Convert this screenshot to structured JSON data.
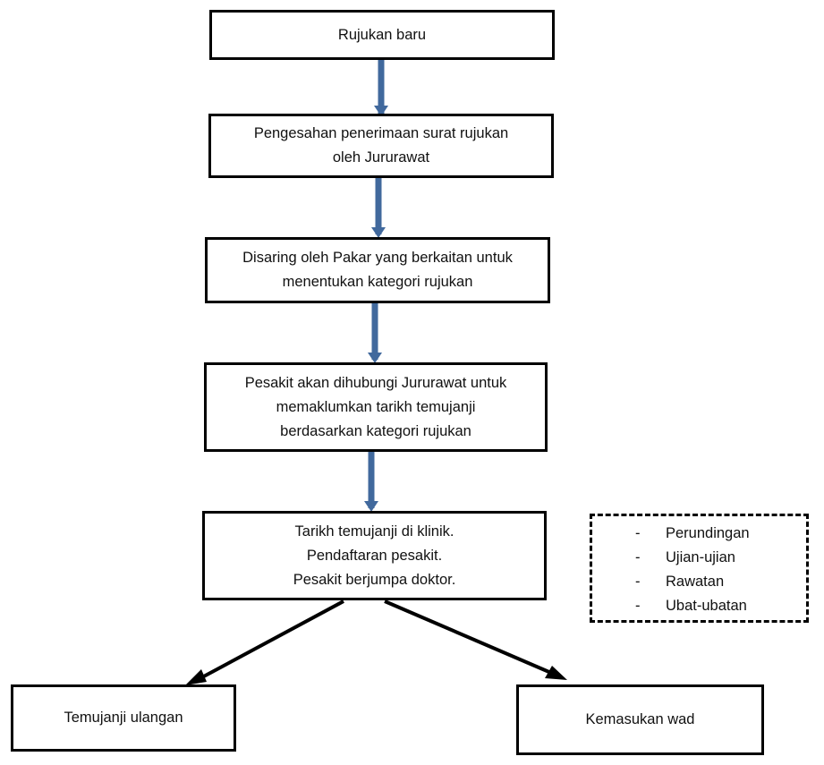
{
  "nodes": {
    "n1": {
      "lines": [
        "Rujukan baru"
      ]
    },
    "n2": {
      "lines": [
        "Pengesahan penerimaan surat rujukan",
        "oleh Jururawat"
      ]
    },
    "n3": {
      "lines": [
        "Disaring oleh Pakar yang berkaitan untuk",
        "menentukan kategori rujukan"
      ]
    },
    "n4": {
      "lines": [
        "Pesakit akan dihubungi Jururawat untuk",
        "memaklumkan tarikh temujanji",
        "berdasarkan kategori rujukan"
      ]
    },
    "n5": {
      "lines": [
        "Tarikh temujanji di klinik.",
        "Pendaftaran pesakit.",
        "Pesakit berjumpa doktor."
      ]
    },
    "n6": {
      "lines": [
        "Temujanji ulangan"
      ]
    },
    "n7": {
      "lines": [
        "Kemasukan wad"
      ]
    }
  },
  "notes": {
    "bullet": "-",
    "items": [
      "Perundingan",
      "Ujian-ujian",
      "Rawatan",
      "Ubat-ubatan"
    ]
  },
  "colors": {
    "arrow_blue": "#41699d",
    "arrow_black": "#000000",
    "border": "#000000"
  }
}
